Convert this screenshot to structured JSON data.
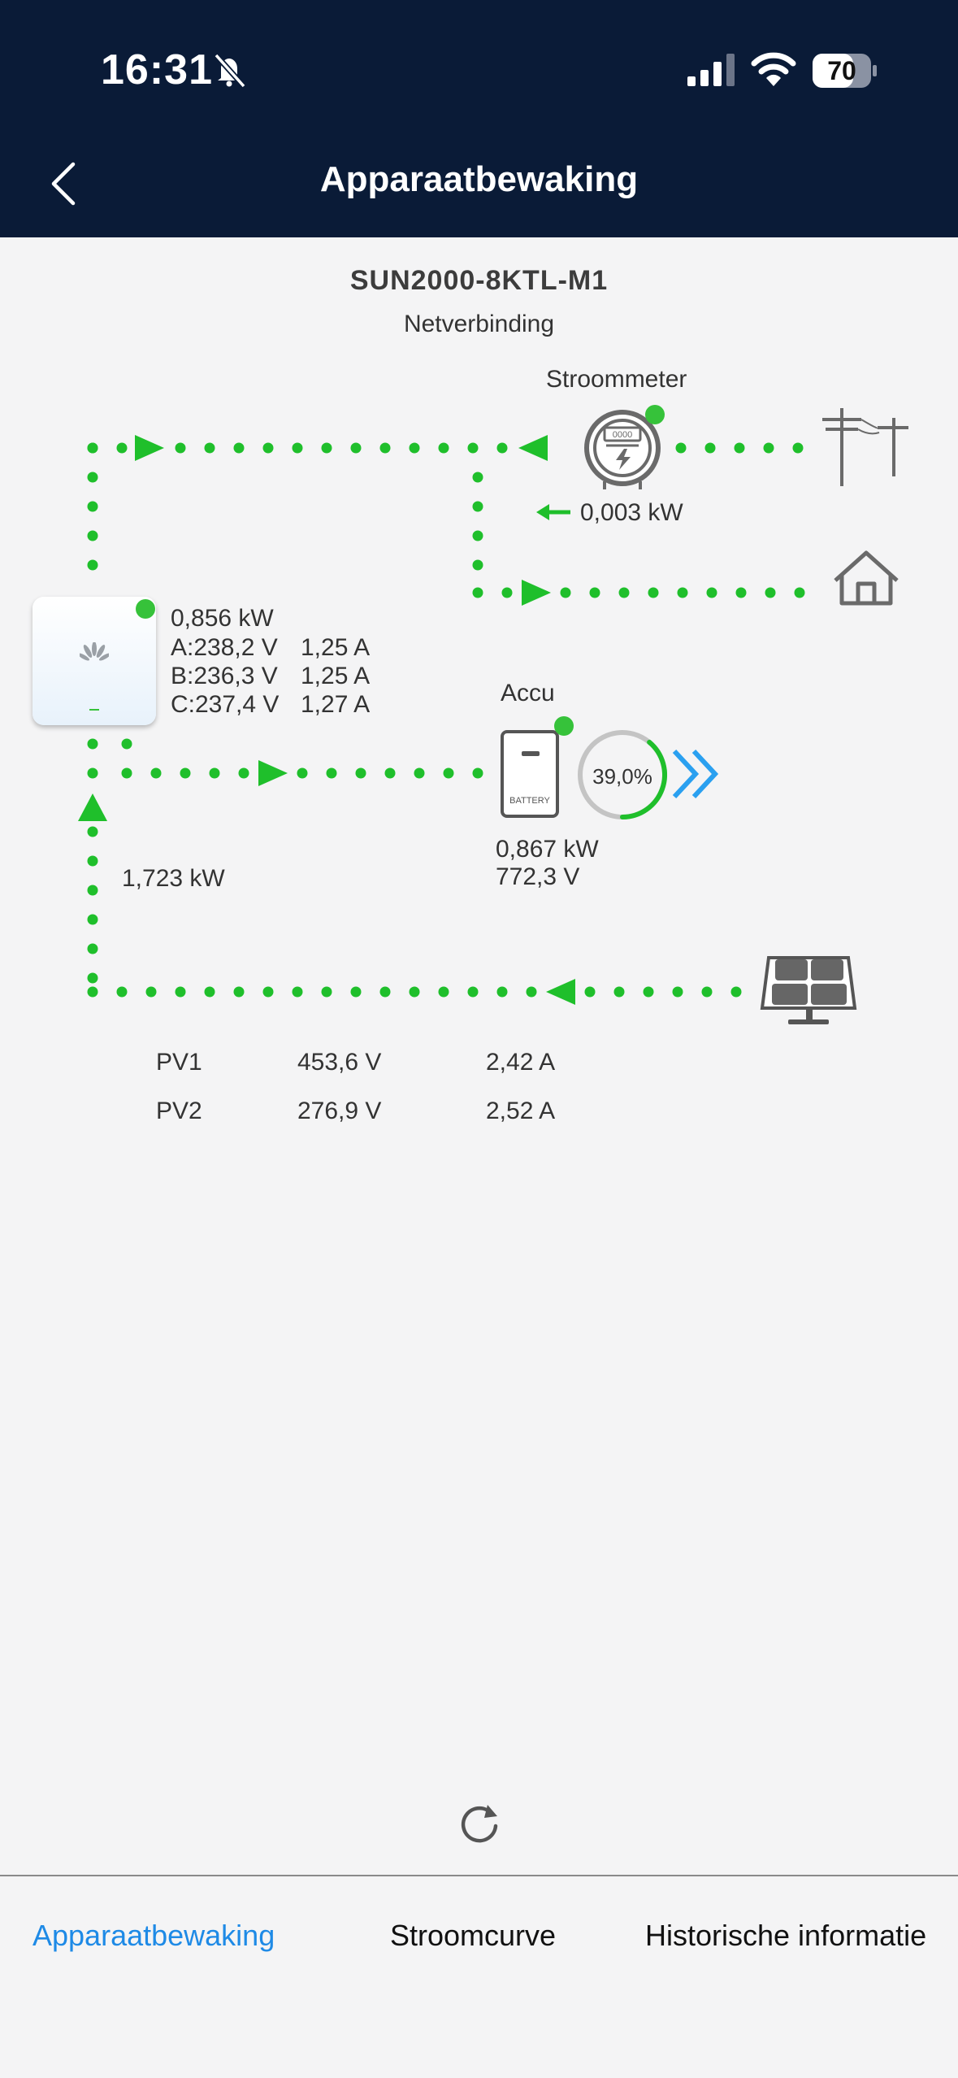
{
  "status_bar": {
    "time": "16:31",
    "battery": "70"
  },
  "header": {
    "title": "Apparaatbewaking"
  },
  "device": {
    "model": "SUN2000-8KTL-M1",
    "connection": "Netverbinding"
  },
  "meter": {
    "label": "Stroommeter",
    "power": "0,003 kW"
  },
  "inverter": {
    "power": "0,856 kW",
    "phases": [
      {
        "voltage": "A:238,2 V",
        "current": "1,25 A"
      },
      {
        "voltage": "B:236,3 V",
        "current": "1,25 A"
      },
      {
        "voltage": "C:237,4 V",
        "current": "1,27 A"
      }
    ]
  },
  "battery": {
    "label": "Accu",
    "soc": "39,0%",
    "soc_fraction": 0.39,
    "power": "0,867 kW",
    "voltage": "772,3 V",
    "icon_text": "BATTERY"
  },
  "pv": {
    "power": "1,723 kW",
    "strings": [
      {
        "name": "PV1",
        "voltage": "453,6 V",
        "current": "2,42 A"
      },
      {
        "name": "PV2",
        "voltage": "276,9 V",
        "current": "2,52 A"
      }
    ]
  },
  "tabs": [
    {
      "label": "Apparaatbewaking",
      "active": true
    },
    {
      "label": "Stroomcurve",
      "active": false
    },
    {
      "label": "Historische informatie",
      "active": false
    }
  ],
  "colors": {
    "flow": "#1fbf2b",
    "header_bg": "#0a1b37",
    "active_tab": "#1e8ae6",
    "charge_arrow": "#2aa0f0"
  }
}
